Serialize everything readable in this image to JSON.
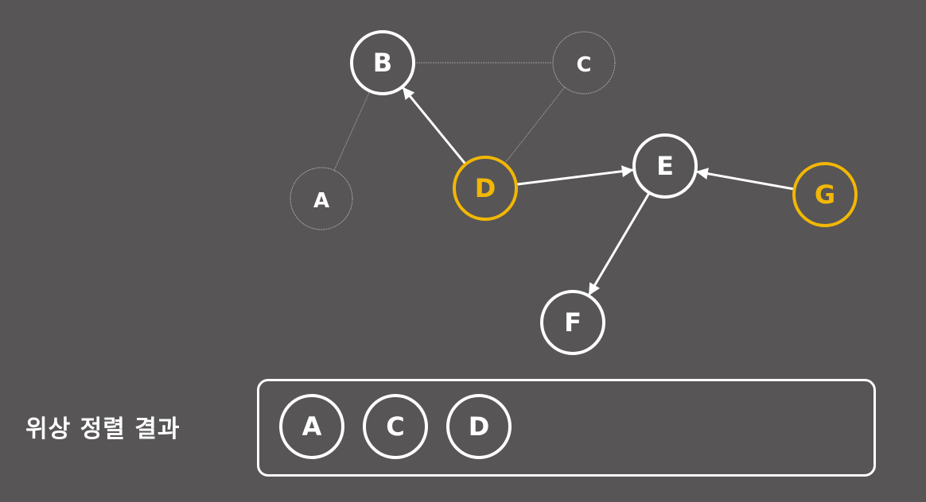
{
  "colors": {
    "background": "#575556",
    "highlight": "#f2b705",
    "normal": "#ffffff",
    "faded": "#bdbdbd"
  },
  "graph": {
    "nodes": [
      {
        "id": "A",
        "label": "A",
        "state": "faded"
      },
      {
        "id": "B",
        "label": "B",
        "state": "normal"
      },
      {
        "id": "C",
        "label": "C",
        "state": "faded"
      },
      {
        "id": "D",
        "label": "D",
        "state": "highlight"
      },
      {
        "id": "E",
        "label": "E",
        "state": "normal"
      },
      {
        "id": "F",
        "label": "F",
        "state": "normal"
      },
      {
        "id": "G",
        "label": "G",
        "state": "highlight"
      }
    ],
    "edges": [
      {
        "from": "A",
        "to": "B",
        "state": "faded"
      },
      {
        "from": "B",
        "to": "C",
        "state": "faded"
      },
      {
        "from": "C",
        "to": "D",
        "state": "faded"
      },
      {
        "from": "D",
        "to": "B",
        "state": "normal"
      },
      {
        "from": "D",
        "to": "E",
        "state": "normal"
      },
      {
        "from": "G",
        "to": "E",
        "state": "normal"
      },
      {
        "from": "E",
        "to": "F",
        "state": "normal"
      }
    ]
  },
  "result": {
    "label": "위상 정렬 결과",
    "items": [
      "A",
      "C",
      "D"
    ]
  }
}
